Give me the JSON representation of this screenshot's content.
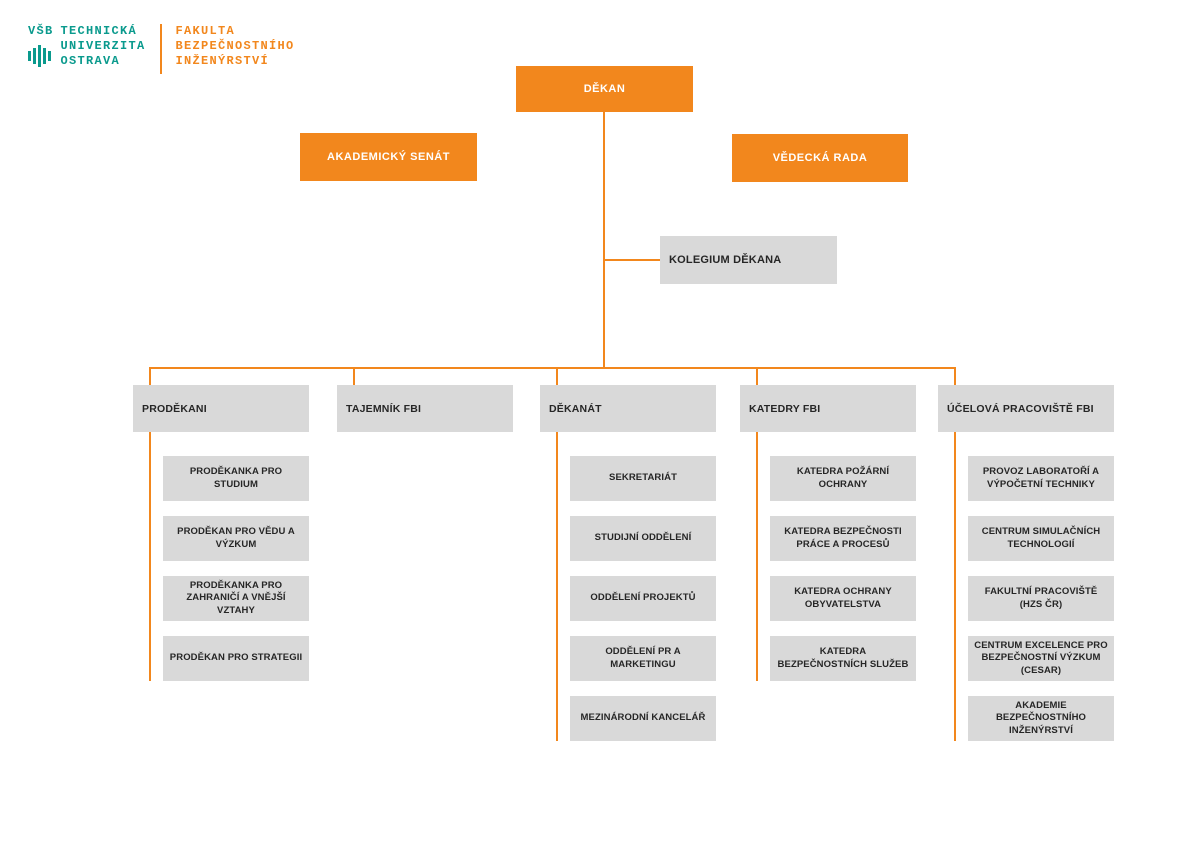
{
  "logo": {
    "acronym": "VŠB",
    "university_lines": [
      "TECHNICKÁ",
      "UNIVERZITA",
      "OSTRAVA"
    ],
    "faculty_lines": [
      "FAKULTA",
      "BEZPEČNOSTNÍHO",
      "INŽENÝRSTVÍ"
    ],
    "icon": "equalizer-bars-icon"
  },
  "colors": {
    "accent_orange": "#F2871D",
    "brand_teal": "#0A9A8D",
    "node_gray": "#D9D9D9"
  },
  "chart": {
    "root": {
      "label": "DĚKAN"
    },
    "advisory": [
      {
        "label": "AKADEMICKÝ SENÁT"
      },
      {
        "label": "VĚDECKÁ RADA"
      }
    ],
    "kolegium": {
      "label": "KOLEGIUM DĚKANA"
    },
    "columns": [
      {
        "header": "PRODĚKANI",
        "children": [
          "PRODĚKANKA PRO STUDIUM",
          "PRODĚKAN PRO VĚDU A VÝZKUM",
          "PRODĚKANKA PRO ZAHRANIČÍ A VNĚJŠÍ VZTAHY",
          "PRODĚKAN PRO STRATEGII"
        ]
      },
      {
        "header": "TAJEMNÍK FBI",
        "children": []
      },
      {
        "header": "DĚKANÁT",
        "children": [
          "SEKRETARIÁT",
          "STUDIJNÍ ODDĚLENÍ",
          "ODDĚLENÍ PROJEKTŮ",
          "ODDĚLENÍ PR A MARKETINGU",
          "MEZINÁRODNÍ KANCELÁŘ"
        ]
      },
      {
        "header": "KATEDRY FBI",
        "children": [
          "KATEDRA POŽÁRNÍ OCHRANY",
          "KATEDRA BEZPEČNOSTI PRÁCE A PROCESŮ",
          "KATEDRA OCHRANY OBYVATELSTVA",
          "KATEDRA BEZPEČNOSTNÍCH SLUŽEB"
        ]
      },
      {
        "header": "ÚČELOVÁ PRACOVIŠTĚ FBI",
        "children": [
          "PROVOZ LABORATOŘÍ A VÝPOČETNÍ TECHNIKY",
          "CENTRUM SIMULAČNÍCH TECHNOLOGIÍ",
          "FAKULTNÍ PRACOVIŠTĚ (HZS ČR)",
          "CENTRUM EXCELENCE PRO BEZPEČNOSTNÍ VÝZKUM (CESAR)",
          "AKADEMIE BEZPEČNOSTNÍHO INŽENÝRSTVÍ"
        ]
      }
    ]
  }
}
